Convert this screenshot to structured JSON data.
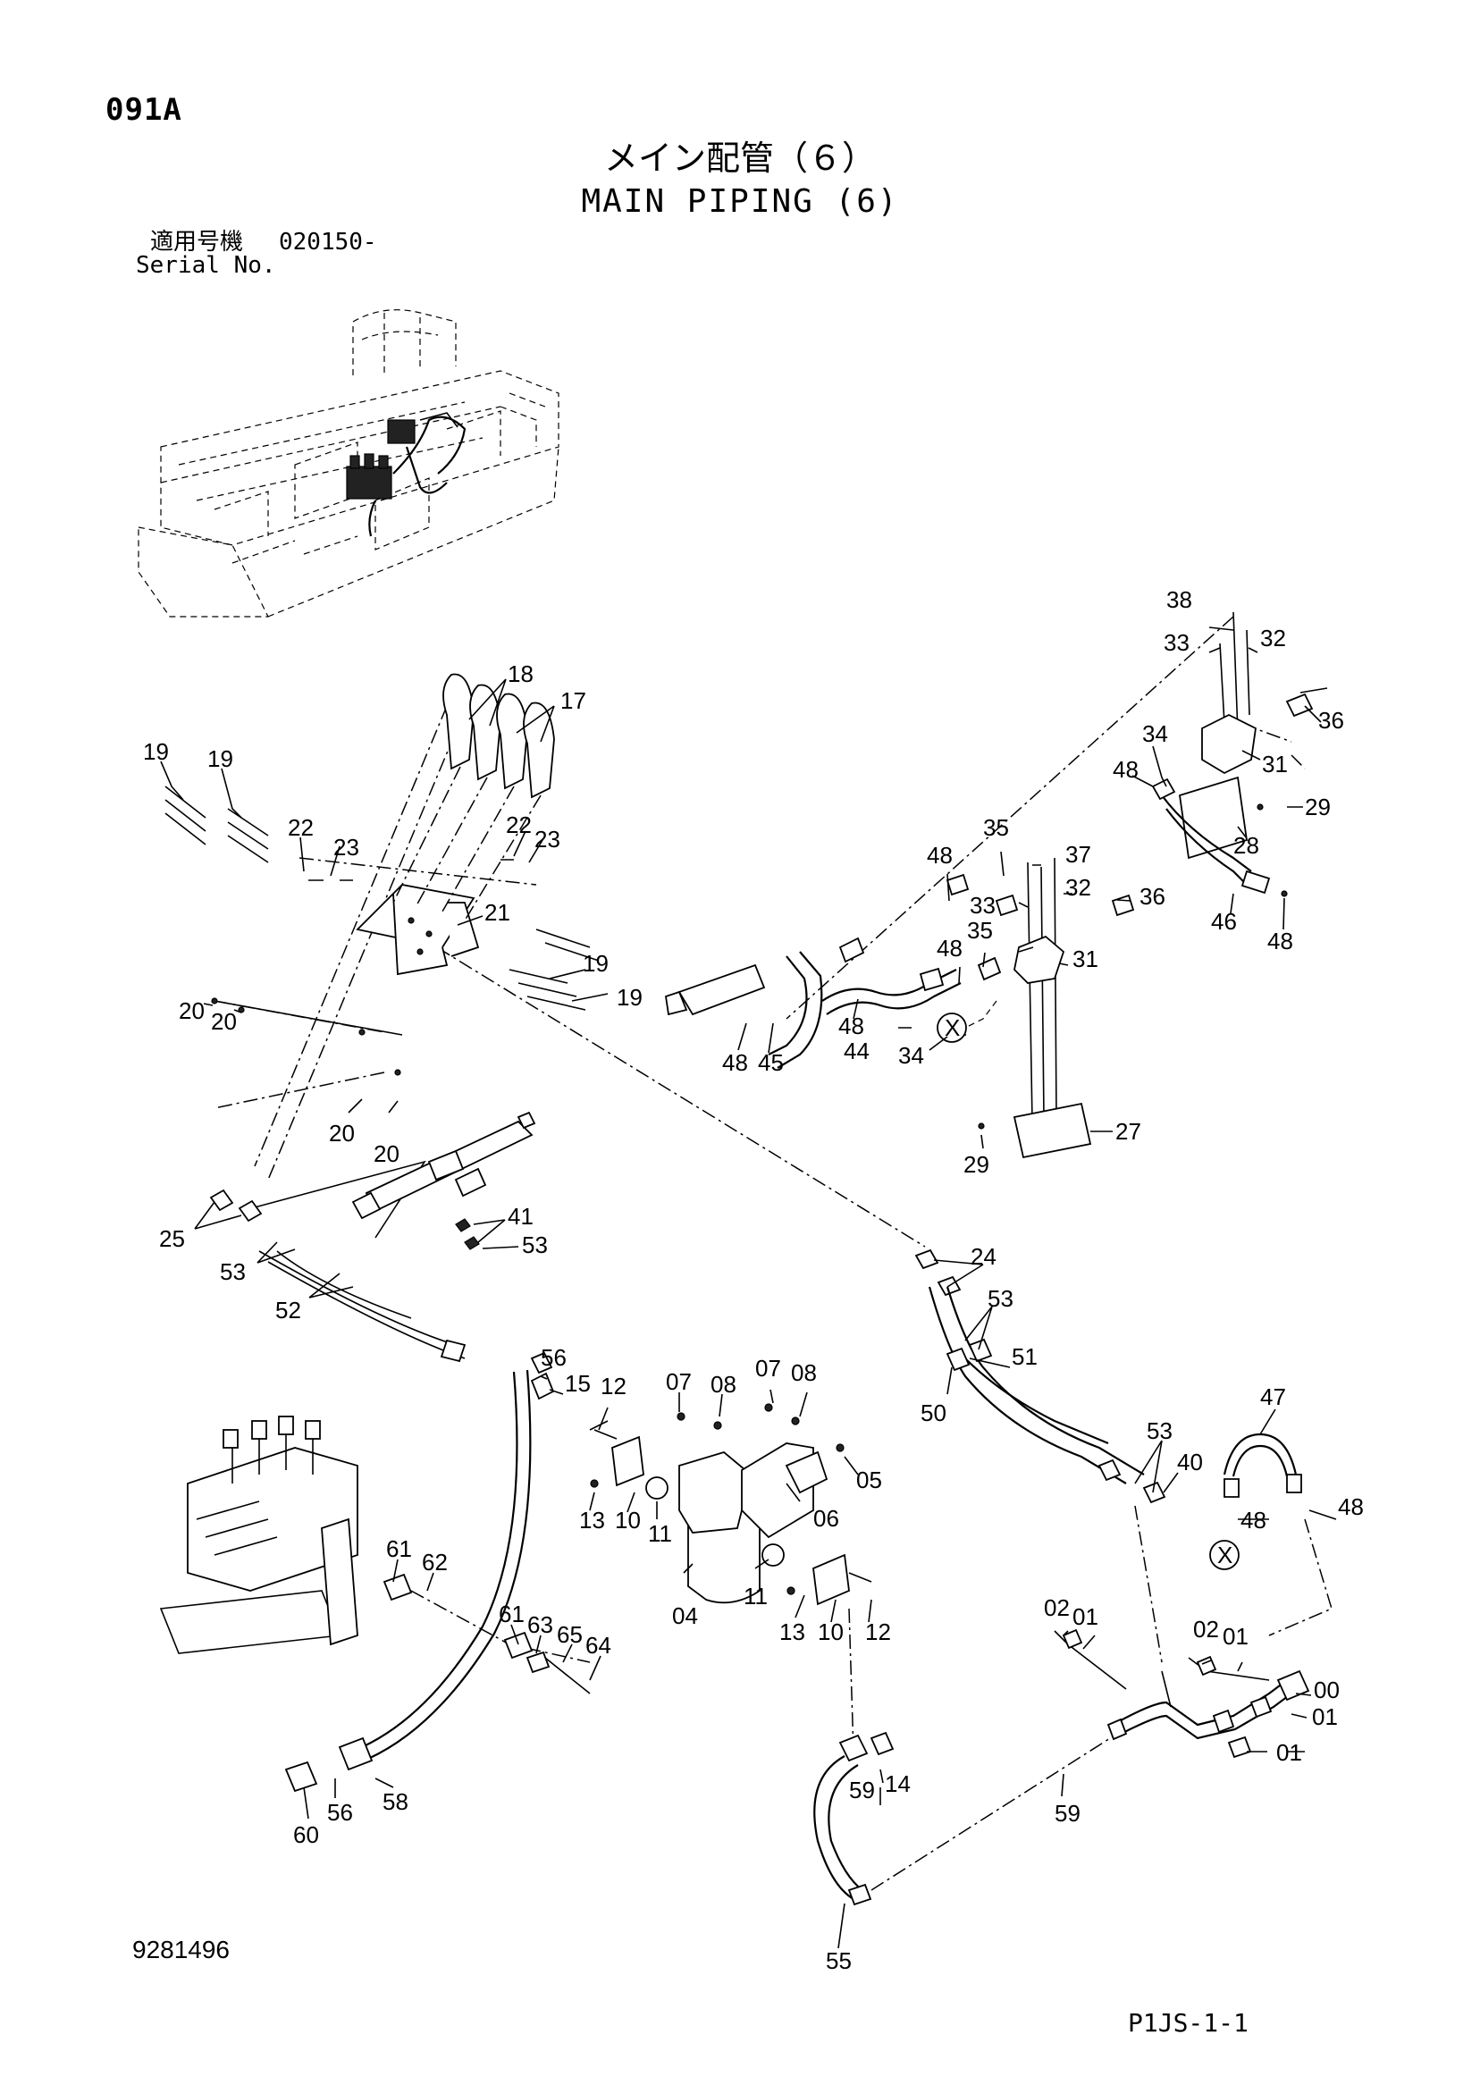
{
  "header": {
    "page_code": "091A",
    "title_jp": "メイン配管（６）",
    "title_en": "MAIN PIPING (6)",
    "serial_label_jp": "適用号機",
    "serial_value": "020150-",
    "serial_label_en": "Serial No."
  },
  "footer": {
    "drawing_number": "9281496",
    "sheet_reference": "P1JS-1-1"
  },
  "callouts": {
    "c18": "18",
    "c17": "17",
    "c19a": "19",
    "c19b": "19",
    "c19c": "19",
    "c19d": "19",
    "c22a": "22",
    "c23a": "23",
    "c22b": "22",
    "c23b": "23",
    "c21": "21",
    "c20a": "20",
    "c20b": "20",
    "c20c": "20",
    "c20d": "20",
    "c25": "25",
    "c53a": "53",
    "c52": "52",
    "c41": "41",
    "c53b": "53",
    "c38": "38",
    "c33a": "33",
    "c32a": "32",
    "c36a": "36",
    "c34a": "34",
    "c31a": "31",
    "c48a": "48",
    "c29a": "29",
    "c28": "28",
    "c35a": "35",
    "c37": "37",
    "c48b": "48",
    "c33b": "33",
    "c32b": "32",
    "c36b": "36",
    "c46": "46",
    "c48c": "48",
    "c35b": "35",
    "c48d": "48",
    "c31b": "31",
    "xa": "X",
    "c48e": "48",
    "c45": "45",
    "c44": "44",
    "c48f": "48",
    "c34b": "34",
    "c27": "27",
    "c29b": "29",
    "c24": "24",
    "c53c": "53",
    "c51": "51",
    "c50": "50",
    "c53d": "53",
    "c40": "40",
    "c47": "47",
    "c48g": "48",
    "c48h": "48",
    "xb": "X",
    "c56a": "56",
    "c15": "15",
    "c12a": "12",
    "c07a": "07",
    "c08a": "08",
    "c07b": "07",
    "c08b": "08",
    "c05": "05",
    "c13a": "13",
    "c10a": "10",
    "c11a": "11",
    "c06": "06",
    "c11b": "11",
    "c04": "04",
    "c13b": "13",
    "c10b": "10",
    "c12b": "12",
    "c61a": "61",
    "c62": "62",
    "c61b": "61",
    "c63": "63",
    "c65": "65",
    "c64": "64",
    "c58": "58",
    "c60": "60",
    "c56b": "56",
    "c02a": "02",
    "c01a": "01",
    "c02b": "02",
    "c01b": "01",
    "c00": "00",
    "c01c": "01",
    "c01d": "01",
    "c59a": "59",
    "c14": "14",
    "c59b": "59",
    "c55": "55"
  }
}
